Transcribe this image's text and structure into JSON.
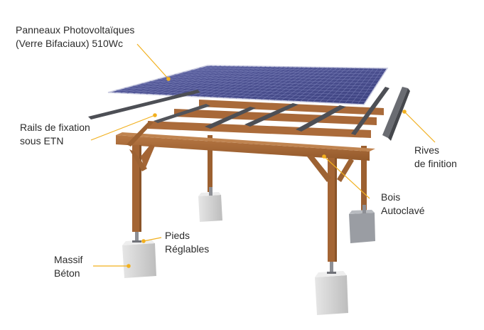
{
  "labels": {
    "panels": {
      "line1": "Panneaux Photovoltaïques",
      "line2": "(Verre Bifaciaux) 510Wc"
    },
    "rails": {
      "line1": "Rails de fixation",
      "line2": "sous ETN"
    },
    "rives": {
      "line1": "Rives",
      "line2": "de finition"
    },
    "bois": {
      "line1": "Bois",
      "line2": "Autoclavé"
    },
    "pieds": {
      "line1": "Pieds",
      "line2": "Réglables"
    },
    "massif": {
      "line1": "Massif",
      "line2": "Béton"
    }
  },
  "colors": {
    "leader_line": "#f2b01e",
    "panel_glass": "#4a4f8c",
    "panel_grid": "#7b80b8",
    "wood": "#a96a3a",
    "wood_dark": "#8a5428",
    "rail": "#4d4f55",
    "concrete": "#d9d9d9"
  }
}
